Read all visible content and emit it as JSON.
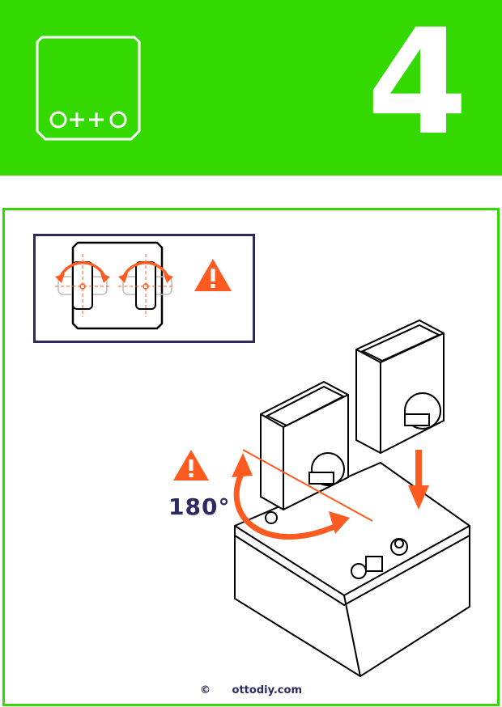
{
  "header": {
    "logo_text": "o++o",
    "step_number": "4",
    "bg_color": "#33d900"
  },
  "detail": {
    "warning_icon": "warning-triangle-icon",
    "rotate_icon": "rotate-arrows-icon"
  },
  "main": {
    "angle_label": "180°",
    "warning_icon": "warning-triangle-icon",
    "arrow_color": "#ff5a1f",
    "text_color": "#2d2a60"
  },
  "footer": {
    "copyright_symbol": "©",
    "site": "ottodiy.com"
  }
}
